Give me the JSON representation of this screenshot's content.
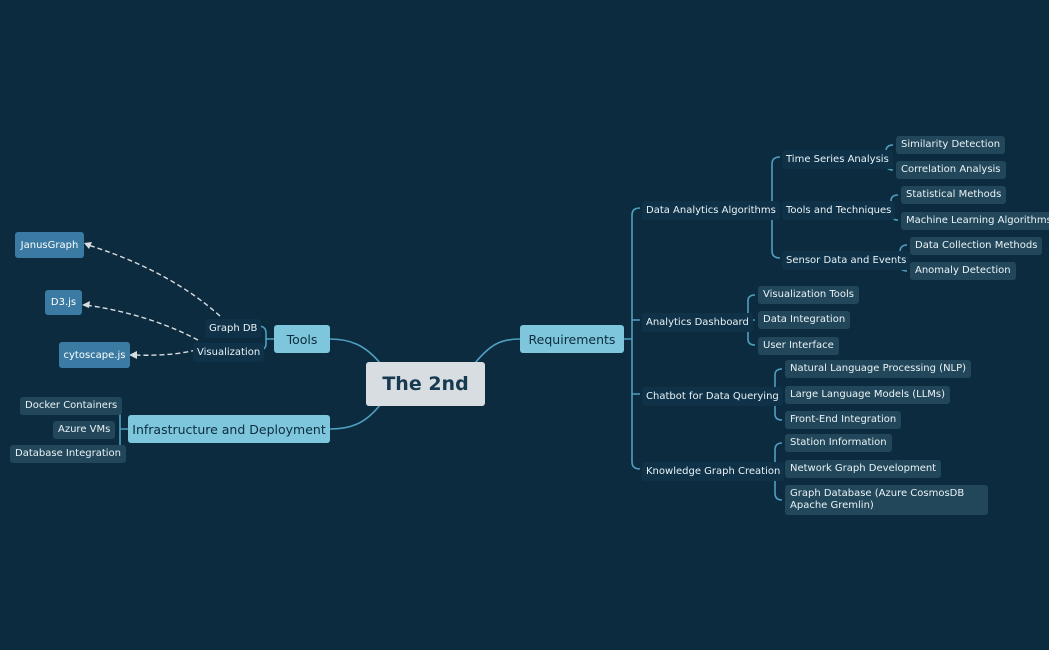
{
  "root": {
    "label": "The 2nd"
  },
  "requirements": {
    "label": "Requirements",
    "data_analytics": {
      "label": "Data Analytics Algorithms",
      "time_series": {
        "label": "Time Series Analysis",
        "items": [
          "Similarity Detection",
          "Correlation Analysis"
        ]
      },
      "tools_techniques": {
        "label": "Tools and Techniques",
        "items": [
          "Statistical Methods",
          "Machine Learning Algorithms"
        ]
      },
      "sensor_data": {
        "label": "Sensor Data and Events",
        "items": [
          "Data Collection Methods",
          "Anomaly Detection"
        ]
      }
    },
    "analytics_dashboard": {
      "label": "Analytics Dashboard",
      "items": [
        "Visualization Tools",
        "Data Integration",
        "User Interface"
      ]
    },
    "chatbot": {
      "label": "Chatbot for Data Querying",
      "items": [
        "Natural Language Processing (NLP)",
        "Large Language Models (LLMs)",
        "Front-End Integration"
      ]
    },
    "knowledge_graph": {
      "label": "Knowledge Graph Creation",
      "items": [
        "Station Information",
        "Network Graph Development",
        "Graph Database (Azure CosmosDB Apache Gremlin)"
      ]
    }
  },
  "tools": {
    "label": "Tools",
    "graph_db": {
      "label": "Graph DB",
      "target": "JanusGraph"
    },
    "visualization": {
      "label": "Visualization",
      "targets": [
        "D3.js",
        "cytoscape.js"
      ]
    }
  },
  "infrastructure": {
    "label": "Infrastructure and Deployment",
    "items": [
      "Docker Containers",
      "Azure VMs",
      "Database Integration"
    ]
  },
  "colors": {
    "background": "#0c2b3f",
    "line": "#4f9fc0",
    "main": "#7ec6dc",
    "root": "#d7dde0",
    "tool": "#3a7aa3"
  }
}
